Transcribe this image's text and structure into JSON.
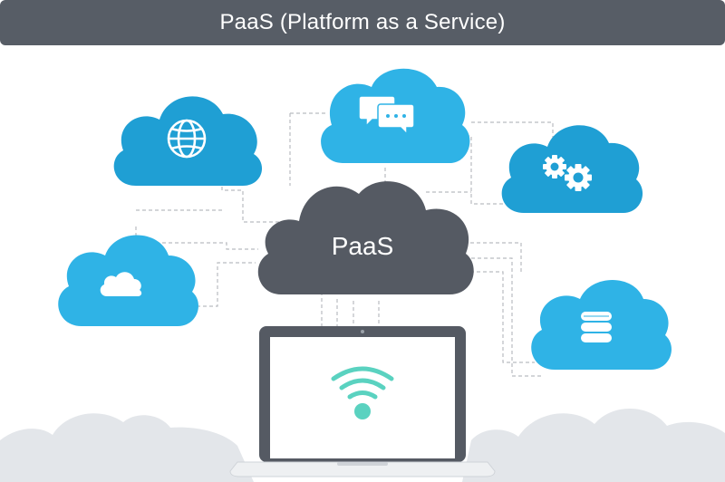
{
  "header": {
    "title": "PaaS (Platform as a Service)"
  },
  "center_cloud": {
    "label": "PaaS",
    "icon": "cloud-platform"
  },
  "service_clouds": [
    {
      "name": "globe-cloud",
      "icon": "globe-icon"
    },
    {
      "name": "chat-cloud",
      "icon": "chat-bubbles-icon"
    },
    {
      "name": "settings-cloud",
      "icon": "gears-icon"
    },
    {
      "name": "storage-cloud",
      "icon": "cloud-icon"
    },
    {
      "name": "database-cloud",
      "icon": "database-icon"
    }
  ],
  "device": {
    "type": "laptop",
    "icon": "wifi-icon"
  },
  "colors": {
    "header_bg": "#575d66",
    "dark_cloud": "#555a63",
    "light_blue_cloud": "#2fb3e6",
    "medium_blue_cloud": "#1f9fd4",
    "ground_cloud": "#e3e6ea",
    "wifi_teal": "#5ad2c0",
    "connector": "#b9bcc0"
  }
}
